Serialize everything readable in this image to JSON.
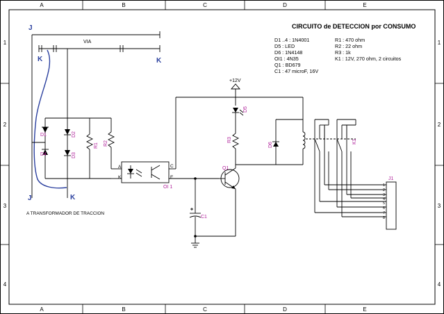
{
  "title": "CIRCUITO de DETECCION por CONSUMO",
  "frame": {
    "columns": [
      "A",
      "B",
      "C",
      "D",
      "E"
    ],
    "rows": [
      "1",
      "2",
      "3",
      "4"
    ]
  },
  "parts_list_left": [
    "D1 ..4 : 1N4001",
    "D5 : LED",
    "D6 : 1N4148",
    "OI1 : 4N35",
    "Q1 : BD679",
    "C1 : 47 microF, 16V"
  ],
  "parts_list_right": [
    "R1 : 470 ohm",
    "R2 : 22 ohm",
    "R3 : 1k",
    "K1 : 12V, 270 ohm, 2 circuitos"
  ],
  "labels": {
    "via": "VIA",
    "j_top": "J",
    "k_left": "K",
    "k_right": "K",
    "j_bottom": "J",
    "k_bottom": "K",
    "supply": "+12V",
    "transformer_note": "A TRANSFORMADOR DE TRACCION"
  },
  "components": {
    "d1": "D1",
    "d2": "D2",
    "d3": "D3",
    "d4": "D4",
    "r1": "R1",
    "r2": "R2",
    "r3": "R3",
    "d5": "D5",
    "d6": "D6",
    "q1": "Q1",
    "c1": "C1",
    "oi1": "OI 1",
    "k1": "K1",
    "j1": "J1"
  },
  "optocoupler_pins": {
    "a": "A",
    "k": "K",
    "c": "C",
    "e": "E"
  },
  "connector_pins": [
    "1",
    "2",
    "3",
    "4",
    "5",
    "6",
    "7",
    "8"
  ],
  "colors": {
    "wire": "#000000",
    "designator": "#b0209a",
    "annotation": "#2a3f9e"
  }
}
